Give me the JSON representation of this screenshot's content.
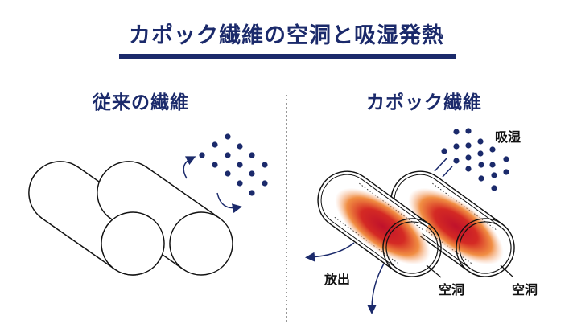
{
  "title": "カポック繊維の空洞と吸湿発熱",
  "left_panel": {
    "heading": "従来の繊維"
  },
  "right_panel": {
    "heading": "カポック繊維",
    "absorb_label": "吸湿",
    "release_label": "放出",
    "cavity_label_1": "空洞",
    "cavity_label_2": "空洞"
  },
  "colors": {
    "navy": "#1b2a6b",
    "heat_core": "#c0122b",
    "heat_outer": "#ee7a22"
  }
}
